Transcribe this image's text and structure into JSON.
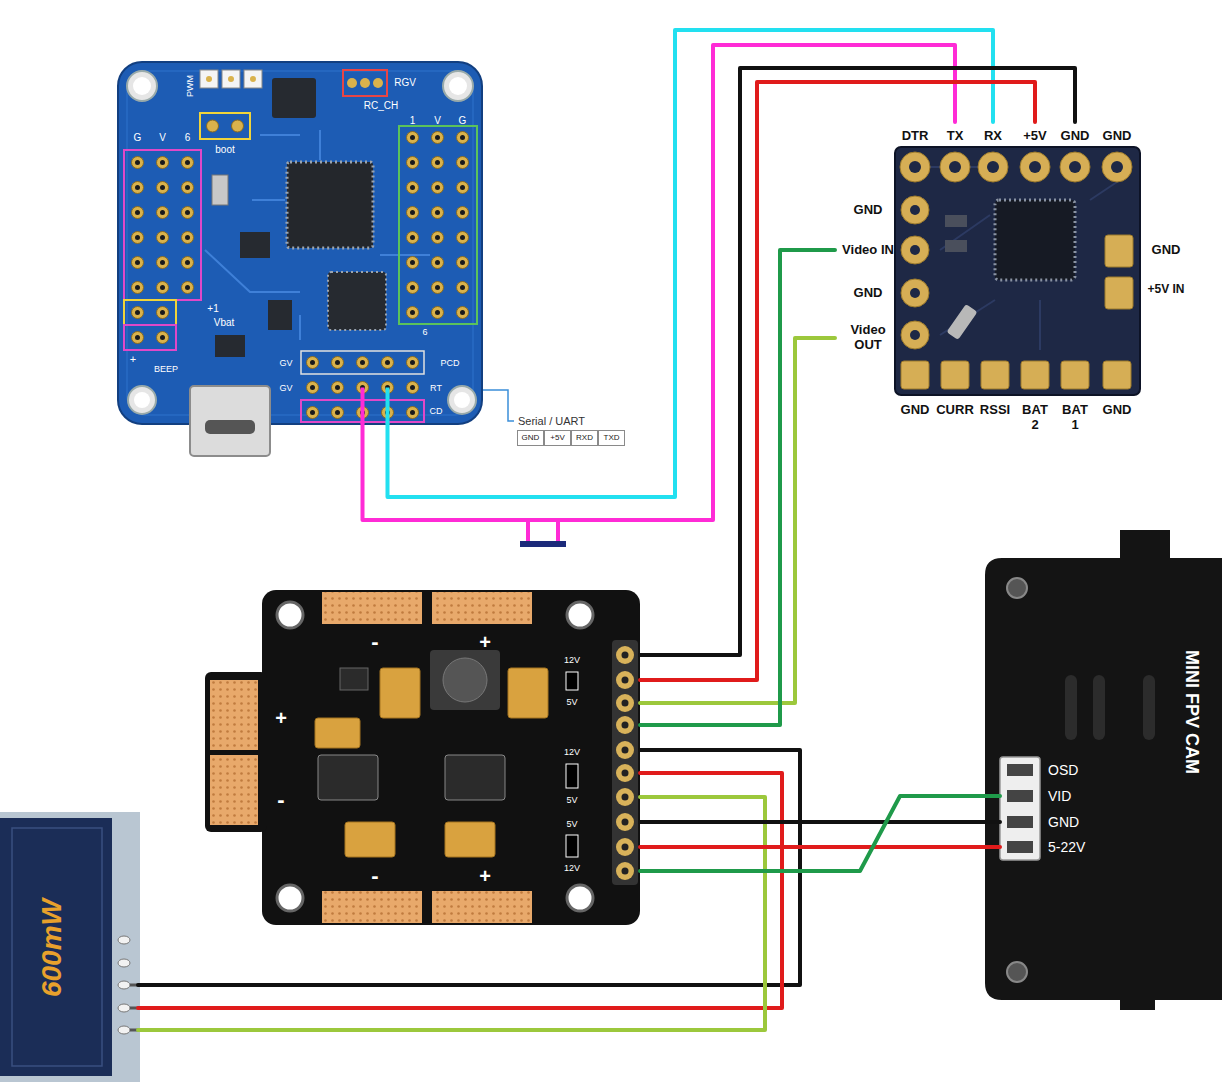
{
  "diagram": {
    "nodes": [
      {
        "text": [
          "PWM",
          "RGV",
          "RC_CH",
          "1",
          "V",
          "G",
          "G",
          "V",
          "6",
          "boot",
          "+1",
          "Vbat",
          "BEEP",
          "+",
          "GV",
          "PCD",
          "GV",
          "RT",
          "CD",
          "6"
        ]
      },
      {
        "text": [
          "DTR",
          "TX",
          "RX",
          "+5V",
          "GND",
          "GND",
          "GND",
          "Video IN",
          "GND",
          "Video OUT",
          "GND",
          "+5V IN",
          "GND",
          "CURR",
          "RSSI",
          "BAT 2",
          "BAT 1",
          "GND"
        ]
      },
      {
        "text": [
          "-",
          "+",
          "+",
          "-",
          "-",
          "+",
          "12V",
          "5V",
          "12V",
          "5V",
          "5V",
          "12V"
        ]
      },
      {
        "text": [
          "600mW"
        ]
      },
      {
        "text": [
          "MINI FPV CAM",
          "OSD",
          "VID",
          "GND",
          "5-22V"
        ]
      }
    ],
    "edges": [
      {
        "from": 0,
        "to": 1,
        "arrow": "none"
      },
      {
        "from": 0,
        "to": 1,
        "arrow": "none"
      },
      {
        "from": 2,
        "to": 1,
        "arrow": "none"
      },
      {
        "from": 2,
        "to": 1,
        "arrow": "none"
      },
      {
        "from": 2,
        "to": 1,
        "arrow": "none"
      },
      {
        "from": 2,
        "to": 1,
        "arrow": "none"
      },
      {
        "from": 2,
        "to": 3,
        "arrow": "none"
      },
      {
        "from": 2,
        "to": 3,
        "arrow": "none"
      },
      {
        "from": 2,
        "to": 3,
        "arrow": "none"
      },
      {
        "from": 2,
        "to": 4,
        "arrow": "none"
      },
      {
        "from": 2,
        "to": 4,
        "arrow": "none"
      },
      {
        "from": 2,
        "to": 4,
        "arrow": "none"
      }
    ],
    "labels": [
      "Serial / UART",
      "GND",
      "+5V",
      "RXD",
      "TXD"
    ]
  }
}
